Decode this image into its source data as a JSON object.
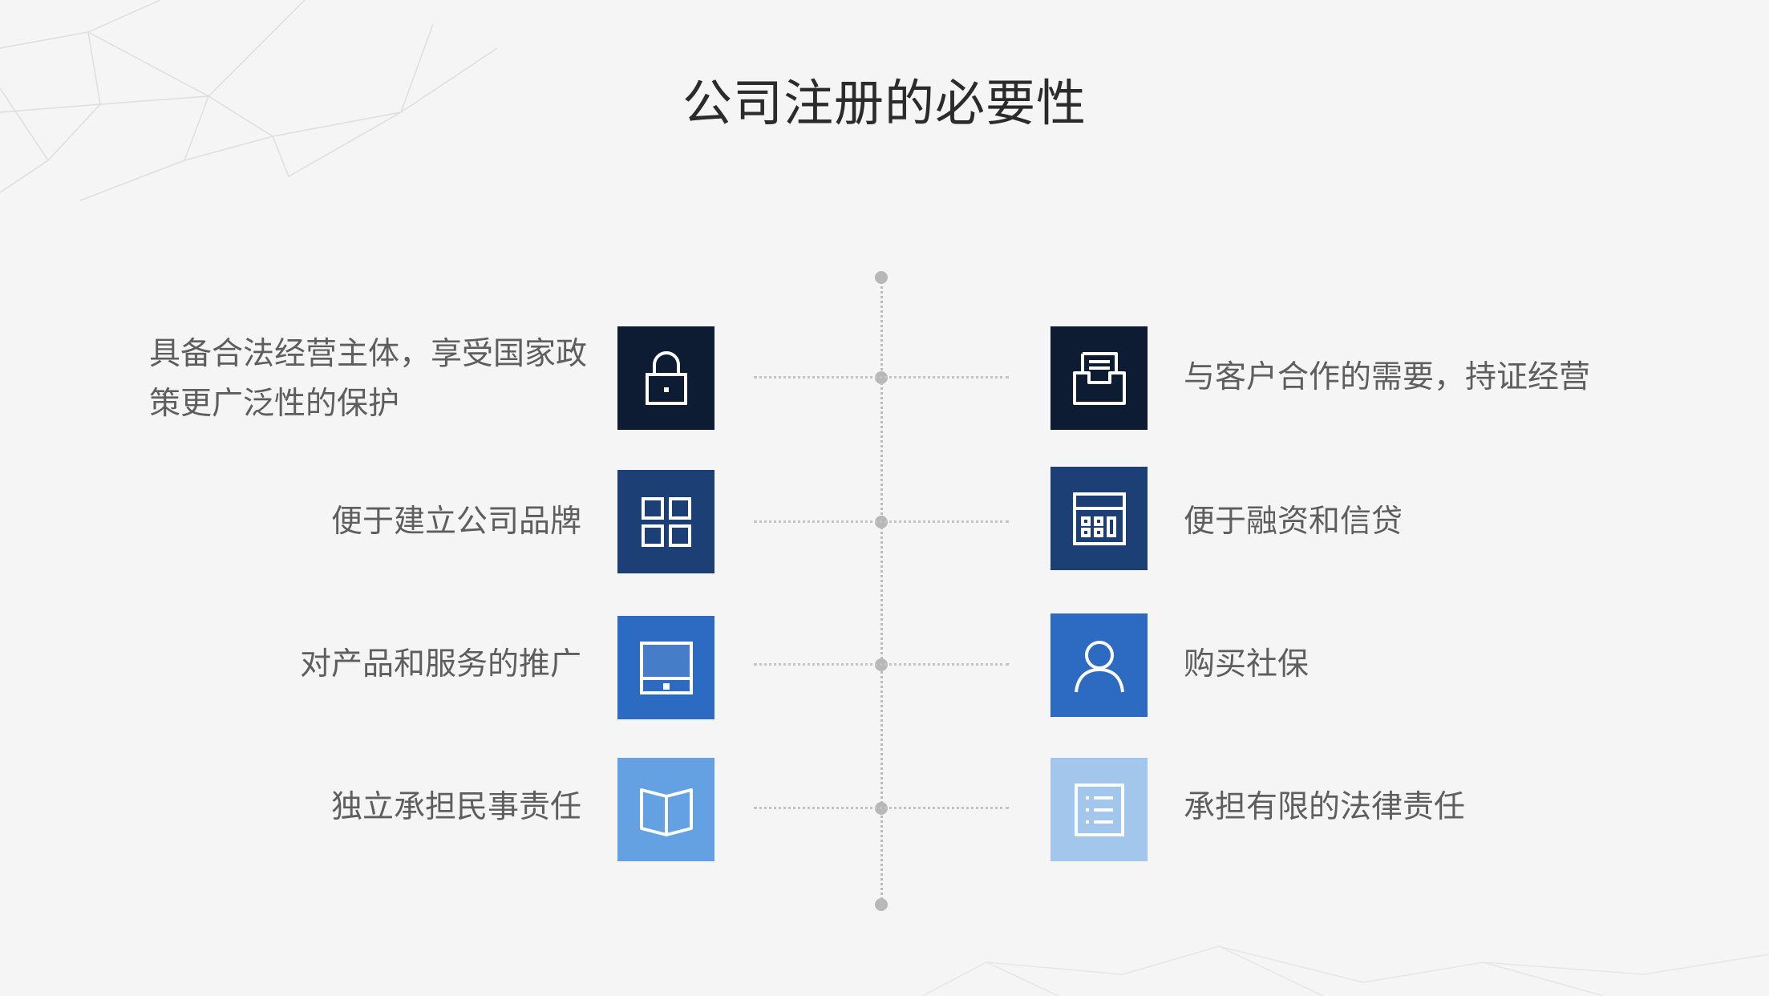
{
  "title": "公司注册的必要性",
  "colors": {
    "background": "#f5f5f6",
    "tile_1": "#0d1c33",
    "tile_2": "#1c3f75",
    "tile_3": "#2d6bc2",
    "tile_4": "#64a1e3",
    "tile_5": "#a3c7ec"
  },
  "left_items": [
    {
      "line1": "具备合法经营主体，享受国家政",
      "line2": "策更广泛性的保护",
      "icon": "lock-icon"
    },
    {
      "text": "便于建立公司品牌",
      "icon": "grid-icon"
    },
    {
      "text": "对产品和服务的推广",
      "icon": "tablet-icon"
    },
    {
      "text": "独立承担民事责任",
      "icon": "book-icon"
    }
  ],
  "right_items": [
    {
      "text": "与客户合作的需要，持证经营",
      "icon": "inbox-icon"
    },
    {
      "text": "便于融资和信贷",
      "icon": "calculator-icon"
    },
    {
      "text": "购买社保",
      "icon": "user-icon"
    },
    {
      "text": "承担有限的法律责任",
      "icon": "list-icon"
    }
  ]
}
